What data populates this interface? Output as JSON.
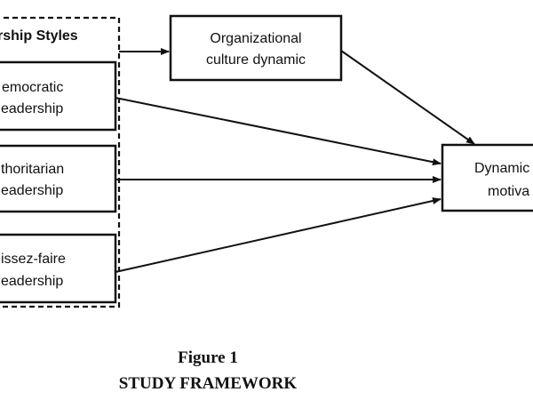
{
  "group": {
    "title": "rship Styles"
  },
  "nodes": {
    "democratic": {
      "line1": "emocratic",
      "line2": "eadership"
    },
    "authoritarian": {
      "line1": "thoritarian",
      "line2": "eadership"
    },
    "laissez_faire": {
      "line1": "issez-faire",
      "line2": "eadership"
    },
    "org_culture": {
      "line1": "Organizational",
      "line2": "culture dynamic"
    },
    "dynamic_motivation": {
      "line1": "Dynamic",
      "line2": "motiva"
    }
  },
  "caption": {
    "line1": "Figure 1",
    "line2": "STUDY FRAMEWORK"
  },
  "colors": {
    "stroke": "#111111",
    "background": "#ffffff"
  }
}
